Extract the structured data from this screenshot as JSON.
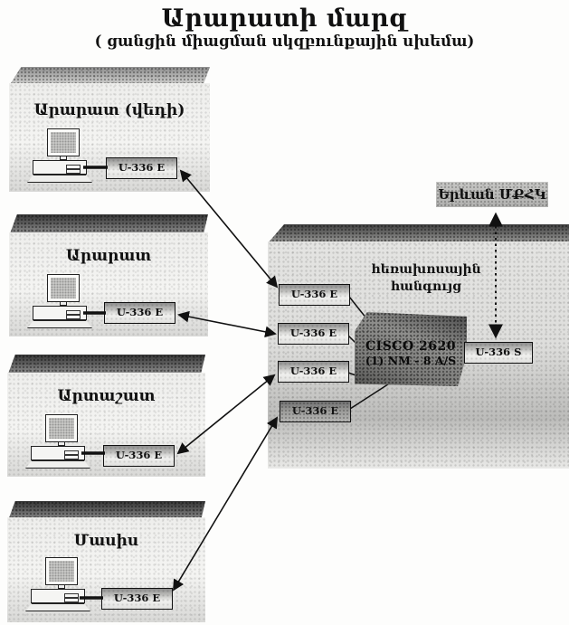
{
  "title": "Արարատի մարզ",
  "subtitle": "( ցանցին միացման սկզբունքային սխեմա)",
  "regions": [
    {
      "name": "Արարատ (վեդի)",
      "modem": "U-336 E"
    },
    {
      "name": "Արարատ",
      "modem": "U-336 E"
    },
    {
      "name": "Արտաշատ",
      "modem": "U-336 E"
    },
    {
      "name": "Մասիս",
      "modem": "U-336 E"
    }
  ],
  "hub": {
    "label_line1": "հեռախոսային",
    "label_line2": "հանգույց",
    "modems": [
      "U-336 E",
      "U-336 E",
      "U-336 E",
      "U-336 E"
    ],
    "router_line1": "CISCO 2620",
    "router_line2": "(1) NM - 8 A/S",
    "uplink_modem": "U-336 S",
    "destination": "Երևան ՄՔՀԿ"
  },
  "colors": {
    "ink": "#111111",
    "slab_body": "#dededc",
    "slab_band_dark": "#3f3f3f",
    "router_fill": "#7d7d7b"
  }
}
